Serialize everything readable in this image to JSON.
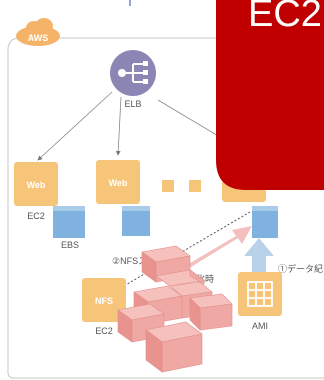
{
  "cloud": {
    "label": "AWS"
  },
  "elb": {
    "label": "ELB"
  },
  "web_instances": [
    {
      "icon_label": "Web",
      "caption": "EC2"
    },
    {
      "icon_label": "Web",
      "caption": ""
    }
  ],
  "ebs_label": "EBS",
  "nfs": {
    "icon_label": "NFS",
    "caption": "EC2"
  },
  "ami": {
    "caption": "AMI"
  },
  "nfs_note": "②NFSスナ",
  "nfs_note_2": "ップ化時",
  "ami_note": "①データ紀",
  "banner": {
    "text": "EC2",
    "color": "#c00000"
  },
  "colors": {
    "instance_orange": "#f7c57a",
    "ebs_blue": "#7fb2de",
    "elb_purple": "#8b86b4",
    "cube_pink": "#f0a8a4",
    "arrow_pink": "#f2b8b8",
    "arrow_blue": "#b9d2ea",
    "frame": "#c8c8c8"
  },
  "icons": {
    "cloud": "cloud-icon",
    "load_balancer": "load-balancer-icon",
    "server": "server-icon",
    "volume": "ebs-volume-icon",
    "ami": "ami-icon",
    "cubes": "cube-stack-icon"
  }
}
